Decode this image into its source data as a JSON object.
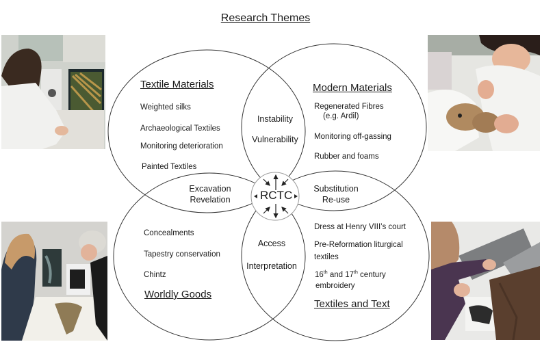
{
  "title": "Research Themes",
  "center": {
    "label": "RCTC",
    "arrows": [
      "up-out",
      "down-out",
      "left-out",
      "right-out",
      "nw-in",
      "ne-in",
      "sw-in",
      "se-in"
    ]
  },
  "themes": {
    "top_left": {
      "heading": "Textile Materials",
      "items": [
        "Weighted silks",
        "Archaeological Textiles",
        "Monitoring deterioration",
        "Painted Textiles"
      ]
    },
    "top_right": {
      "heading": "Modern Materials",
      "items": [
        "Regenerated Fibres",
        "(e.g. Ardil)",
        "Monitoring off-gassing",
        "Rubber and foams"
      ]
    },
    "bottom_left": {
      "heading": "Worldly Goods",
      "items": [
        "Concealments",
        "Tapestry conservation",
        "Chintz"
      ]
    },
    "bottom_right": {
      "heading": "Textiles and Text",
      "items": [
        "Dress at Henry VIII’s court",
        "Pre-Reformation liturgical",
        "textiles",
        "16",
        "th",
        " and 17",
        "th",
        " century",
        "embroidery"
      ]
    }
  },
  "overlaps": {
    "top": [
      "Instability",
      "Vulnerability"
    ],
    "left": [
      "Excavation",
      "Revelation"
    ],
    "right": [
      "Substitution",
      "Re-use"
    ],
    "bottom": [
      "Access",
      "Interpretation"
    ]
  },
  "photos": {
    "top_left": "Researcher at microscope viewing textile fibres on monitor",
    "top_right": "Conservator treating a worn teddy bear",
    "bottom_left": "Two conservators examining an archaeological textile with X-ray images",
    "bottom_right": "Researcher writing notes beside a brown woollen garment"
  },
  "colors": {
    "line": "#333333",
    "text": "#1a1a1a",
    "background": "#ffffff"
  }
}
